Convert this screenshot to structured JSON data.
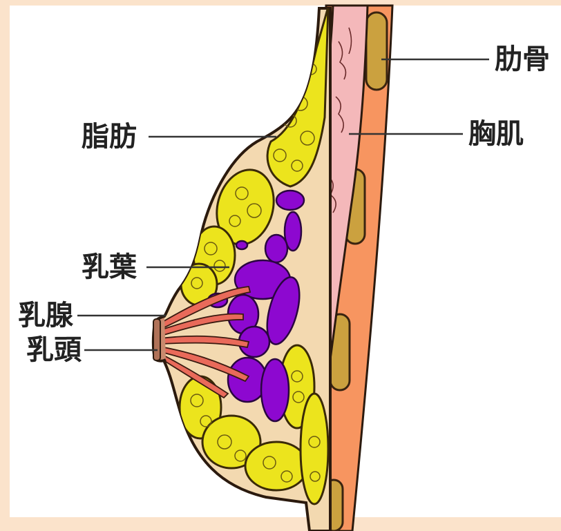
{
  "labels": {
    "rib": "肋骨",
    "pectoral_muscle": "胸肌",
    "fat": "脂肪",
    "lobule": "乳葉",
    "gland": "乳腺",
    "nipple": "乳頭"
  },
  "colors": {
    "frame": "#fbe3cb",
    "background": "#ffffff",
    "skin": "#f3d9b0",
    "fat": "#ece41d",
    "lobule": "#8d08d0",
    "muscle": "#f4b8ba",
    "chest_wall": "#f79560",
    "rib": "#cba13f",
    "duct": "#e96a5a",
    "outline": "#2b1a0e"
  }
}
